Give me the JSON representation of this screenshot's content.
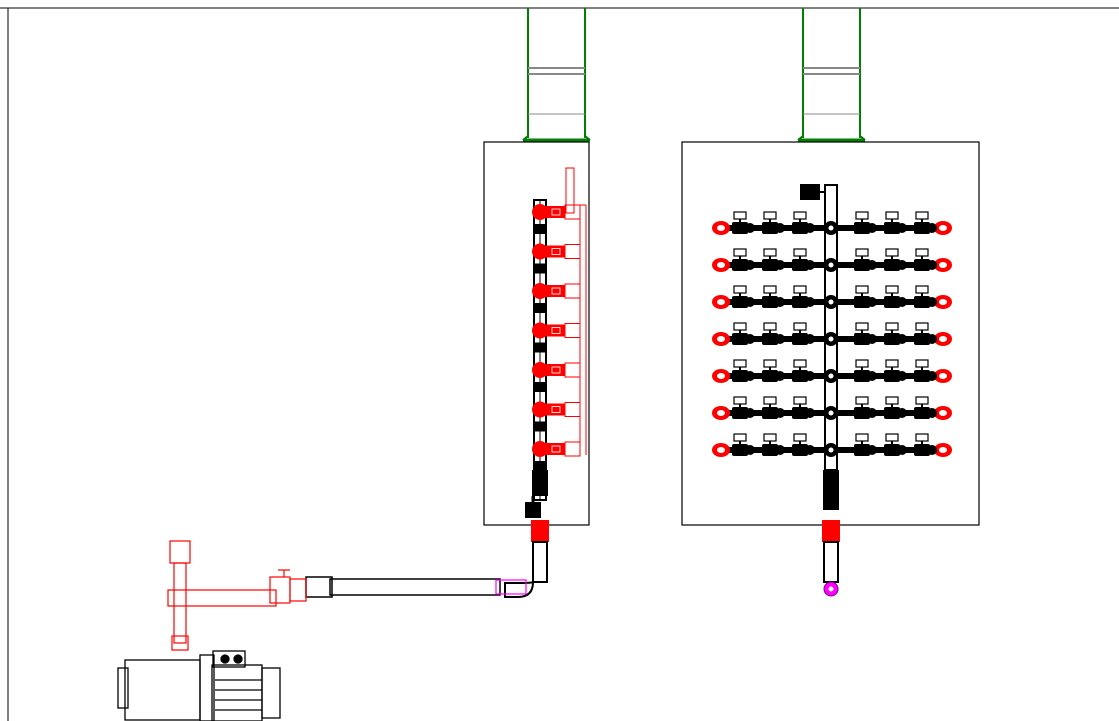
{
  "drawing": {
    "frame_color": "#000000",
    "pipe_color": "#000000",
    "valve_color": "#ff0000",
    "duct_color": "#008000",
    "fitting_color": "#ff00ff",
    "background": "#ffffff"
  },
  "left_manifold": {
    "valve_count": 7
  },
  "right_manifold": {
    "row_count": 7,
    "valves_per_side": 3
  }
}
